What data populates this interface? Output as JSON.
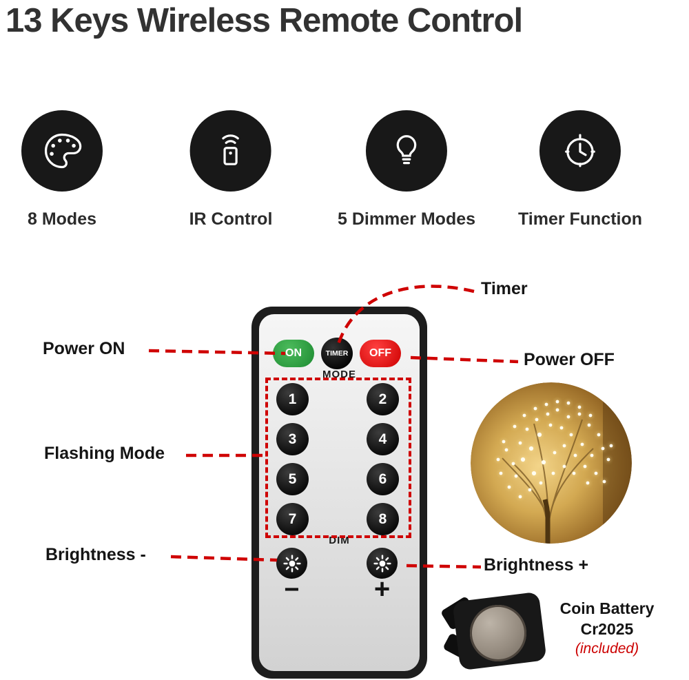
{
  "title": "13 Keys Wireless Remote Control",
  "features": [
    {
      "label": "8 Modes",
      "icon": "palette-icon"
    },
    {
      "label": "IR Control",
      "icon": "remote-signal-icon"
    },
    {
      "label": "5 Dimmer Modes",
      "icon": "bulb-icon"
    },
    {
      "label": "Timer Function",
      "icon": "clock-icon"
    }
  ],
  "remote": {
    "buttons": {
      "on": "ON",
      "timer": "TIMER",
      "off": "OFF",
      "minus": "−",
      "plus": "+"
    },
    "mode_label": "MODE",
    "dim_label": "DIM",
    "mode_buttons": [
      "1",
      "2",
      "3",
      "4",
      "5",
      "6",
      "7",
      "8"
    ]
  },
  "annotations": {
    "timer": "Timer",
    "power_on": "Power ON",
    "power_off": "Power OFF",
    "flashing_mode": "Flashing Mode",
    "brightness_minus": "Brightness -",
    "brightness_plus": "Brightness +"
  },
  "battery": {
    "name": "Coin Battery",
    "model": "Cr2025",
    "note": "(included)"
  },
  "colors": {
    "annotation_red": "#cf0000",
    "power_on_green": "#2e9b3e",
    "power_off_red": "#d80000",
    "button_black": "#101010"
  }
}
